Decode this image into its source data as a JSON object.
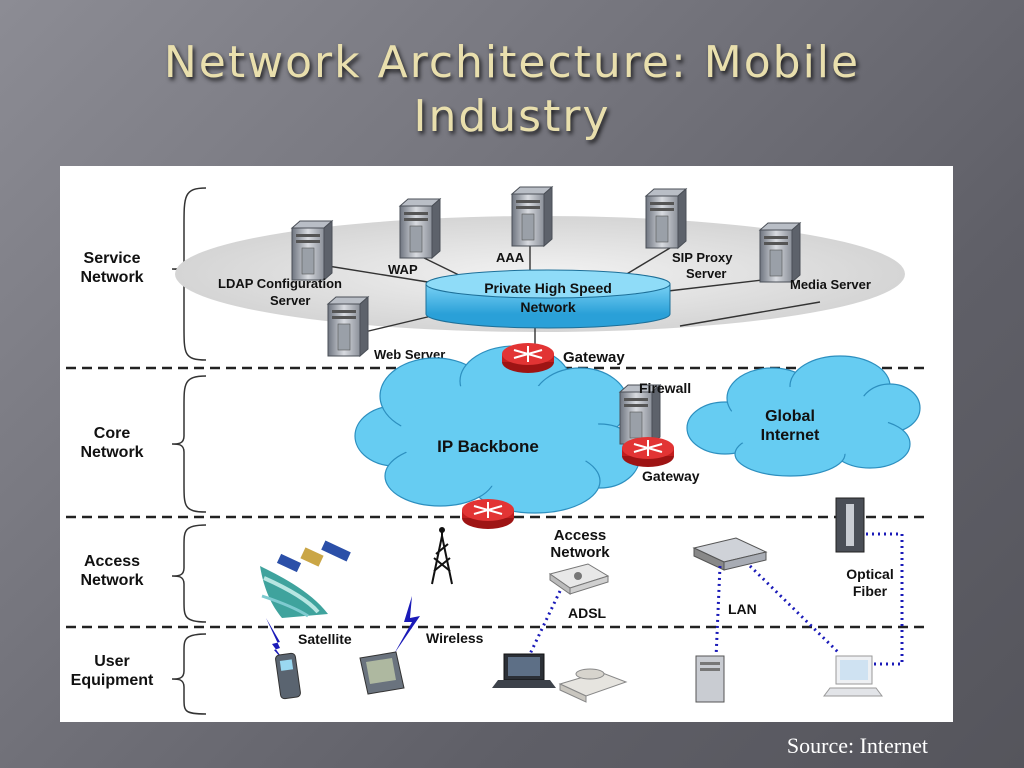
{
  "slide": {
    "title_line1": "Network Architecture: Mobile",
    "title_line2": "Industry",
    "source": "Source: Internet"
  },
  "layers": {
    "service": [
      "Service",
      "Network"
    ],
    "core": [
      "Core",
      "Network"
    ],
    "access": [
      "Access",
      "Network"
    ],
    "user": [
      "User",
      "Equipment"
    ]
  },
  "nodes": {
    "ldap": [
      "LDAP Configuration",
      "Server"
    ],
    "wap": "WAP",
    "aaa": "AAA",
    "sip": [
      "SIP Proxy",
      "Server"
    ],
    "media": "Media Server",
    "private_net": [
      "Private High Speed",
      "Network"
    ],
    "web": "Web Server",
    "gateway_top": "Gateway",
    "firewall": "Firewall",
    "ip_backbone": "IP Backbone",
    "global_internet": [
      "Global",
      "Internet"
    ],
    "gateway_mid": "Gateway",
    "access_network": [
      "Access",
      "Network"
    ],
    "optical": [
      "Optical",
      "Fiber"
    ],
    "adsl": "ADSL",
    "lan": "LAN",
    "satellite": "Satellite",
    "wireless": "Wireless"
  },
  "colors": {
    "title": "#e9dfad",
    "cloud": "#66ccf2",
    "cylinder": "#5ec3ef",
    "router": "#e02a2a",
    "link_dotted": "#1a1ab8"
  },
  "icons": [
    "server-icon",
    "router-icon",
    "cloud-icon",
    "antenna-tower-icon",
    "satellite-icon",
    "phone-icon",
    "pda-icon",
    "laptop-icon",
    "desktop-icon",
    "modem-icon",
    "switch-icon",
    "fax-phone-icon",
    "lightning-icon"
  ]
}
